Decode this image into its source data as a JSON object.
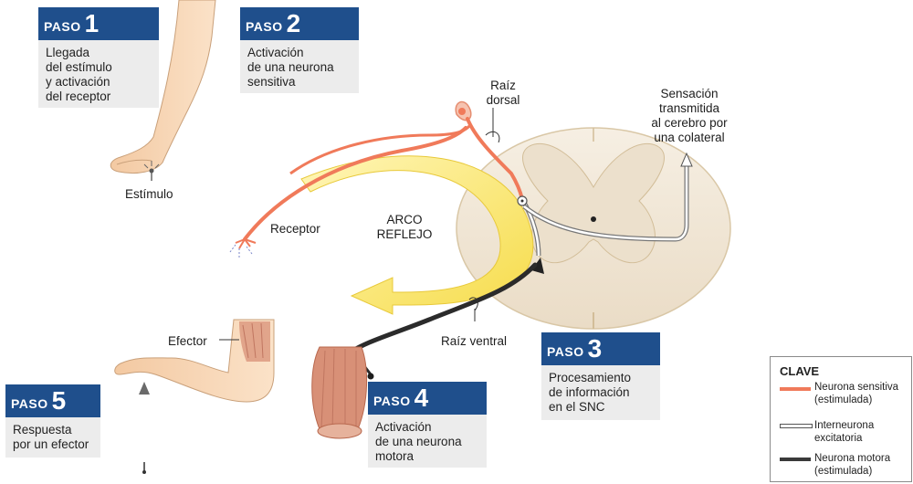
{
  "steps": [
    {
      "word": "PASO",
      "number": "1",
      "text": "Llegada\ndel estímulo\ny activación\ndel receptor"
    },
    {
      "word": "PASO",
      "number": "2",
      "text": "Activación\nde una neurona\nsensitiva"
    },
    {
      "word": "PASO",
      "number": "3",
      "text": "Procesamiento\nde información\nen el SNC"
    },
    {
      "word": "PASO",
      "number": "4",
      "text": "Activación\nde una neurona\nmotora"
    },
    {
      "word": "PASO",
      "number": "5",
      "text": "Respuesta\npor un efector"
    }
  ],
  "labels": {
    "stimulus": "Estímulo",
    "receptor": "Receptor",
    "dorsal_root": "Raíz\ndorsal",
    "sensation": "Sensación\ntransmitida\nal cerebro por\nuna colateral",
    "reflex_arc": "ARCO\nREFLEJO",
    "ventral_root": "Raíz ventral",
    "effector": "Efector"
  },
  "key": {
    "title": "CLAVE",
    "items": [
      {
        "text": "Neurona sensitiva\n(estimulada)",
        "color": "#f07a5a"
      },
      {
        "text": "Interneurona\nexcitatoria",
        "color": "#ffffff"
      },
      {
        "text": "Neurona motora\n(estimulada)",
        "color": "#3a3a3a"
      }
    ]
  },
  "colors": {
    "step_header": "#1f4f8c",
    "step_body": "#ececec",
    "sensory_neuron": "#f07a5a",
    "motor_neuron": "#2b2b2b",
    "reflex_arrow": "#f7e36a",
    "spinal_cord": "#f1e8d8",
    "skin": "#f6d3b0",
    "muscle": "#d89077"
  }
}
